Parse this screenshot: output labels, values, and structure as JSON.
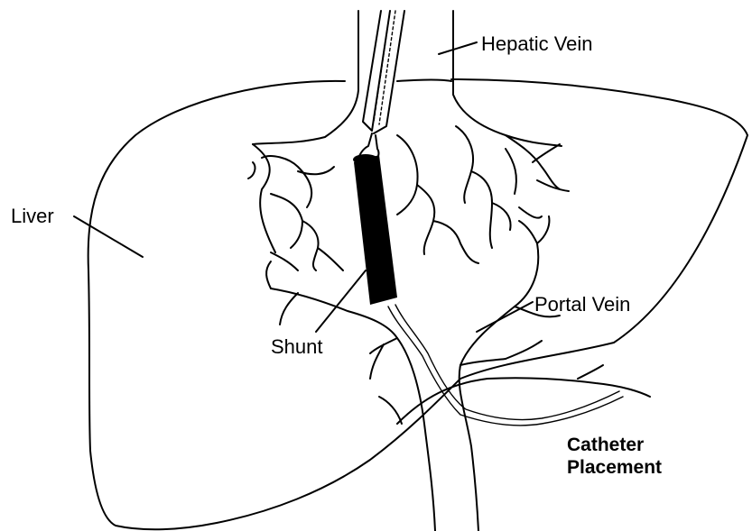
{
  "labels": {
    "hepatic_vein": "Hepatic Vein",
    "liver": "Liver",
    "portal_vein": "Portal Vein",
    "shunt": "Shunt",
    "catheter_line1": "Catheter",
    "catheter_line2": "Placement"
  },
  "colors": {
    "ink": "#000000",
    "background": "#ffffff"
  }
}
